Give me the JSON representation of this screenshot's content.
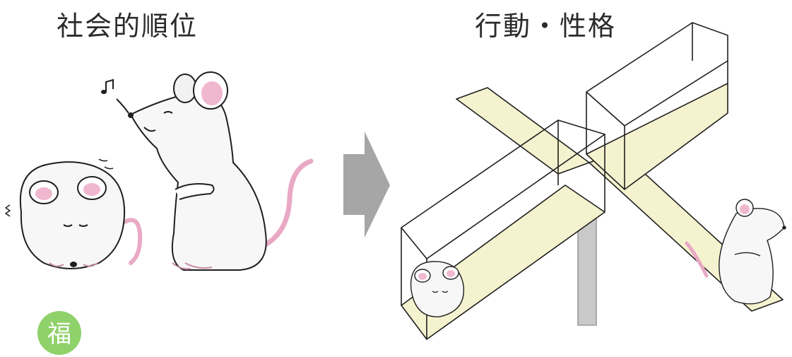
{
  "titles": {
    "left": "社会的順位",
    "right": "行動・性格"
  },
  "logo": {
    "glyph": "福",
    "color": "#8fd16a"
  },
  "colors": {
    "arrow": "#a6a6a6",
    "maze_floor": "#f5f3cf",
    "mouse_ear": "#f0b8cf",
    "mouse_tail": "#e9a9c4",
    "outline": "#1f1f1f"
  }
}
